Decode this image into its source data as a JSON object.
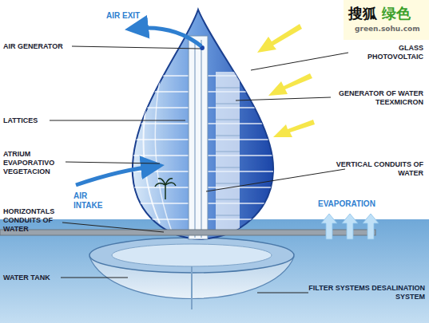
{
  "diagram": {
    "labels": [
      "AIR EXIT",
      "AIR GENERATOR",
      "LATTICES",
      "ATRIUM EVAPORATIVO VEGETACION",
      "AIR INTAKE",
      "HORIZONTALS CONDUITS OF WATER",
      "WATER TANK",
      "GLASS PHOTOVOLTAIC",
      "GENERATOR OF WATER TEEXMICRON",
      "VERTICAL CONDUITS OF WATER",
      "EVAPORATION",
      "FILTER SYSTEMS DESALINATION SYSTEM",
      "搜狐",
      "绿色",
      "green.sohu.com"
    ]
  }
}
